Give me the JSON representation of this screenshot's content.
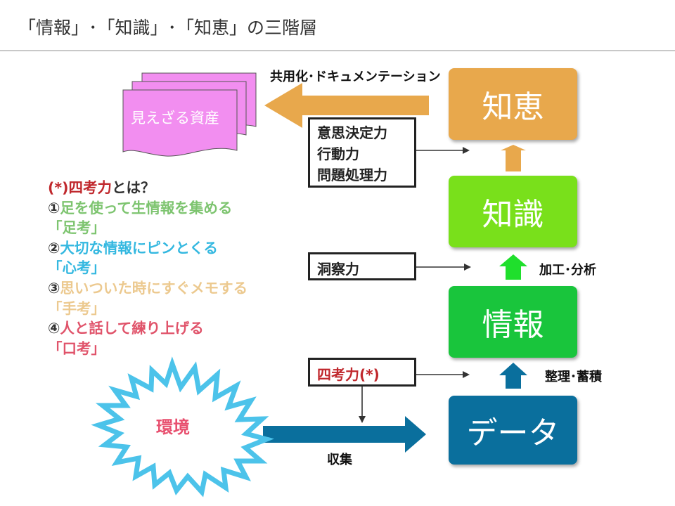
{
  "title": "「情報」･「知識」･「知恵」の三階層",
  "stages": {
    "chie": "知恵",
    "chishiki": "知識",
    "joho": "情報",
    "data": "データ"
  },
  "boxes": {
    "abilities": [
      "意思決定力",
      "行動力",
      "問題処理力"
    ],
    "dosatsu": "洞察力",
    "shikoryoku": "四考力(*)"
  },
  "labels": {
    "share": "共用化･ドキュメンテーション",
    "kako": "加工･分析",
    "seiri": "整理･蓄積",
    "shushu": "収集"
  },
  "environment": "環境",
  "asset": "見えざる資産",
  "definition": {
    "heading_mark": "(*)四考力",
    "heading_rest": "とは？",
    "items": [
      {
        "num": "①",
        "text": "足を使って生情報を集める",
        "term": "「足考」"
      },
      {
        "num": "②",
        "text": "大切な情報にピンとくる",
        "term": "「心考」"
      },
      {
        "num": "③",
        "text": "思いついた時にすぐメモする",
        "term": "「手考」"
      },
      {
        "num": "④",
        "text": "人と話して練り上げる",
        "term": "「口考」"
      }
    ]
  },
  "colors": {
    "chie": "#e8a84c",
    "chishiki": "#79e01b",
    "joho": "#19c53c",
    "data": "#0a6f9d",
    "asset": "#f28ef0",
    "environment_burst": "#4cc3ea"
  }
}
